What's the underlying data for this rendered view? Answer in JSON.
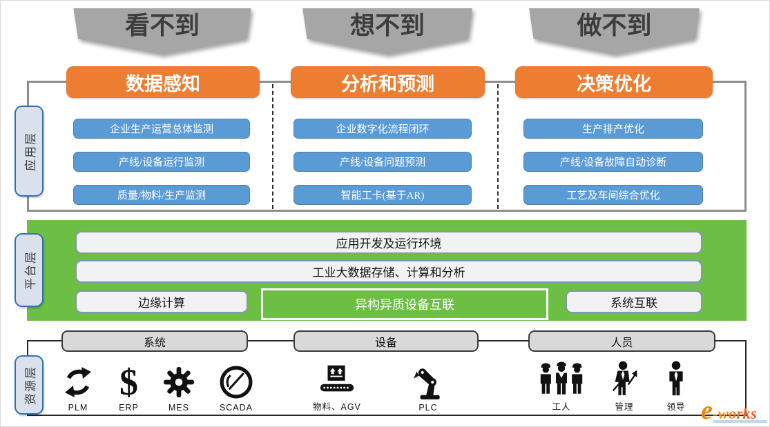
{
  "colors": {
    "orange": "#ED7D31",
    "blue": "#5B9BD5",
    "green": "#6CBE45",
    "banner_gray": "#A6A6A6"
  },
  "banners": [
    {
      "label": "看不到"
    },
    {
      "label": "想不到"
    },
    {
      "label": "做不到"
    }
  ],
  "app_layer": {
    "label": "应用层",
    "columns": [
      {
        "header": "数据感知",
        "items": [
          "企业生产运营总体监测",
          "产线/设备运行监测",
          "质量/物料/生产监测"
        ]
      },
      {
        "header": "分析和预测",
        "items": [
          "企业数字化流程闭环",
          "产线/设备问题预测",
          "智能工卡(基于AR)"
        ]
      },
      {
        "header": "决策优化",
        "items": [
          "生产排产优化",
          "产线/设备故障自动诊断",
          "工艺及车间综合优化"
        ]
      }
    ]
  },
  "platform_layer": {
    "label": "平台层",
    "rows": [
      "应用开发及运行环境",
      "工业大数据存储、计算和分析"
    ],
    "bottom_left": "边缘计算",
    "bottom_center": "异构异质设备互联",
    "bottom_right": "系统互联"
  },
  "resource_layer": {
    "label": "资源层",
    "groups": [
      {
        "header": "系统",
        "items": [
          {
            "icon": "plm-cycle-icon",
            "label": "PLM"
          },
          {
            "icon": "erp-dollar-icon",
            "glyph": "$",
            "label": "ERP"
          },
          {
            "icon": "mes-gear-icon",
            "label": "MES"
          },
          {
            "icon": "scada-gauge-icon",
            "label": "SCADA"
          }
        ]
      },
      {
        "header": "设备",
        "items": [
          {
            "icon": "conveyor-icon",
            "label": "物料、AGV"
          },
          {
            "icon": "robot-arm-icon",
            "label": "PLC"
          }
        ]
      },
      {
        "header": "人员",
        "items": [
          {
            "icon": "workers-icon",
            "label": "工人"
          },
          {
            "icon": "manager-icon",
            "label": "管理"
          },
          {
            "icon": "leader-icon",
            "label": "领导"
          }
        ]
      }
    ]
  },
  "logo": {
    "e": "e",
    "rest": "-works"
  }
}
